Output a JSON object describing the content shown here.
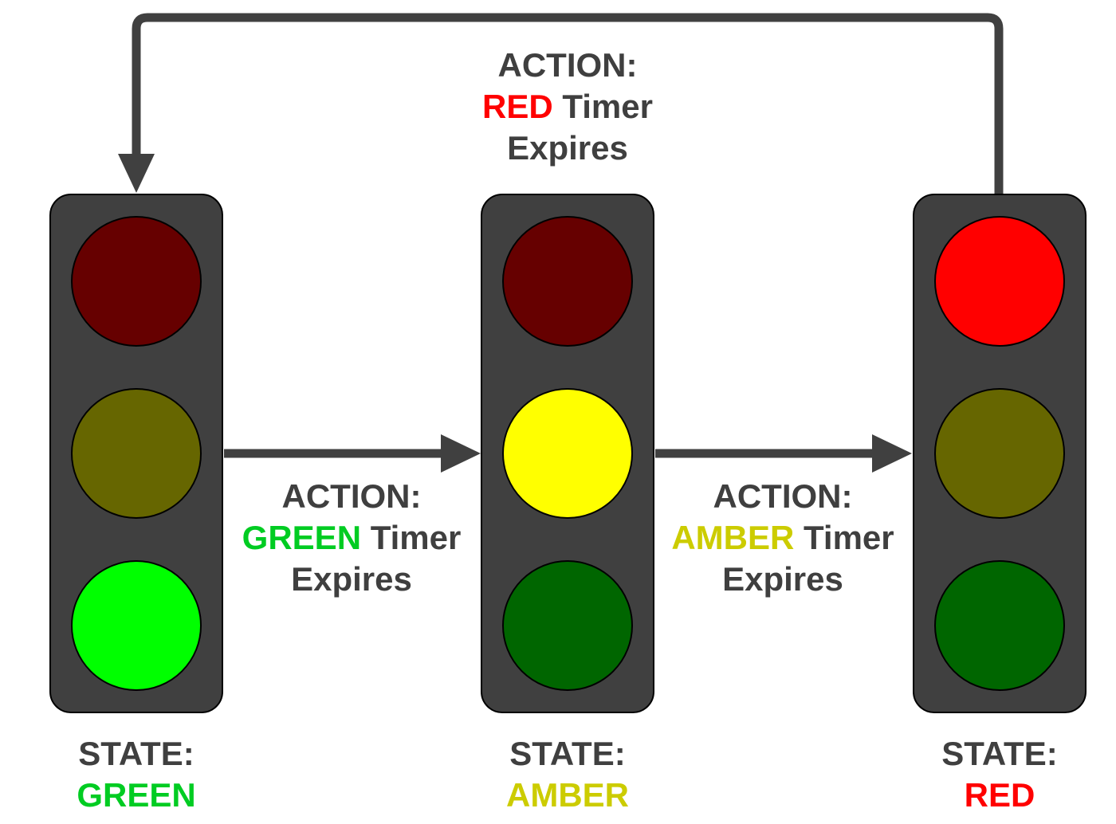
{
  "colors": {
    "housing": "#404040",
    "outline": "#000000",
    "arrow": "#404040",
    "text": "#3f3f3f",
    "red_on": "#ff0000",
    "red_off": "#660000",
    "amber_on": "#ffff00",
    "amber_off": "#666600",
    "green_on": "#00ff00",
    "green_off": "#006600",
    "green_text": "#00cc22",
    "amber_text": "#cccc00",
    "red_text": "#ff0000"
  },
  "lights": [
    {
      "state_prefix": "STATE:",
      "state_name": "GREEN",
      "state_color": "#00cc22",
      "lit": "green"
    },
    {
      "state_prefix": "STATE:",
      "state_name": "AMBER",
      "state_color": "#cccc00",
      "lit": "amber"
    },
    {
      "state_prefix": "STATE:",
      "state_name": "RED",
      "state_color": "#ff0000",
      "lit": "red"
    }
  ],
  "actions": [
    {
      "line1": "ACTION:",
      "keyword": "GREEN",
      "keyword_color": "#00cc22",
      "rest": " Timer",
      "line3": "Expires",
      "from": "GREEN",
      "to": "AMBER"
    },
    {
      "line1": "ACTION:",
      "keyword": "AMBER",
      "keyword_color": "#cccc00",
      "rest": " Timer",
      "line3": "Expires",
      "from": "AMBER",
      "to": "RED"
    },
    {
      "line1": "ACTION:",
      "keyword": "RED",
      "keyword_color": "#ff0000",
      "rest": " Timer",
      "line3": "Expires",
      "from": "RED",
      "to": "GREEN"
    }
  ]
}
